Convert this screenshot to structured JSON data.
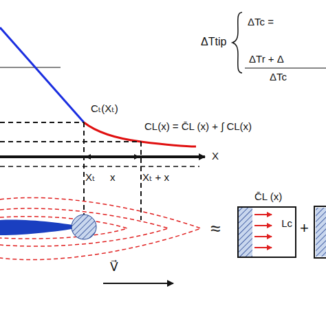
{
  "diagram": {
    "nodes": [
      {
        "text": [
          "C̄L (x)",
          "Lc"
        ]
      }
    ],
    "labels": [
      "Cₜ(Xₜ)",
      "CL(x) = C̄L (x) + ∫ CL(x)",
      "X",
      "Xₜ",
      "x",
      "Xₜ + x",
      "V⃗",
      "≈",
      "+",
      "ΔTtip",
      "ΔTc =",
      "ΔTr + Δ",
      "ΔTc"
    ]
  }
}
